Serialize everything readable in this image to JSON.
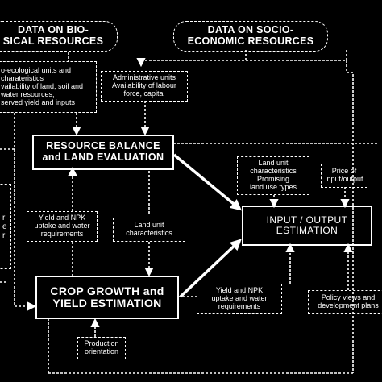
{
  "diagram": {
    "data_bio": "DATA ON BIO-\nSICAL RESOURCES",
    "data_socio": "DATA ON SOCIO-\nECONOMIC RESOURCES",
    "bio_details": "o-ecological units and\ncharateristics\nvailability of land, soil and\nwater resources;\nserved yield and inputs",
    "socio_details": "Administrative units\nAvailability of labour\nforce, capital",
    "resource_balance": "RESOURCE BALANCE\nand LAND EVALUATION",
    "crop_growth": "CROP GROWTH and\nYIELD ESTIMATION",
    "yield_npk_left": "Yield and NPK\nuptake and water\nrequirements",
    "land_unit_mid": "Land unit\ncharacteristics",
    "land_unit_types": "Land unit\ncharacteristics\nPromising\nland use types",
    "price": "Price of\ninput/output",
    "input_output": "INPUT / OUTPUT\nESTIMATION",
    "yield_npk_bottom": "Yield and NPK\nuptake and water\nrequirements",
    "policy": "Policy views and\ndevelopment plans",
    "production": "Production\norientation",
    "left_partial": "r\ne\nr"
  }
}
